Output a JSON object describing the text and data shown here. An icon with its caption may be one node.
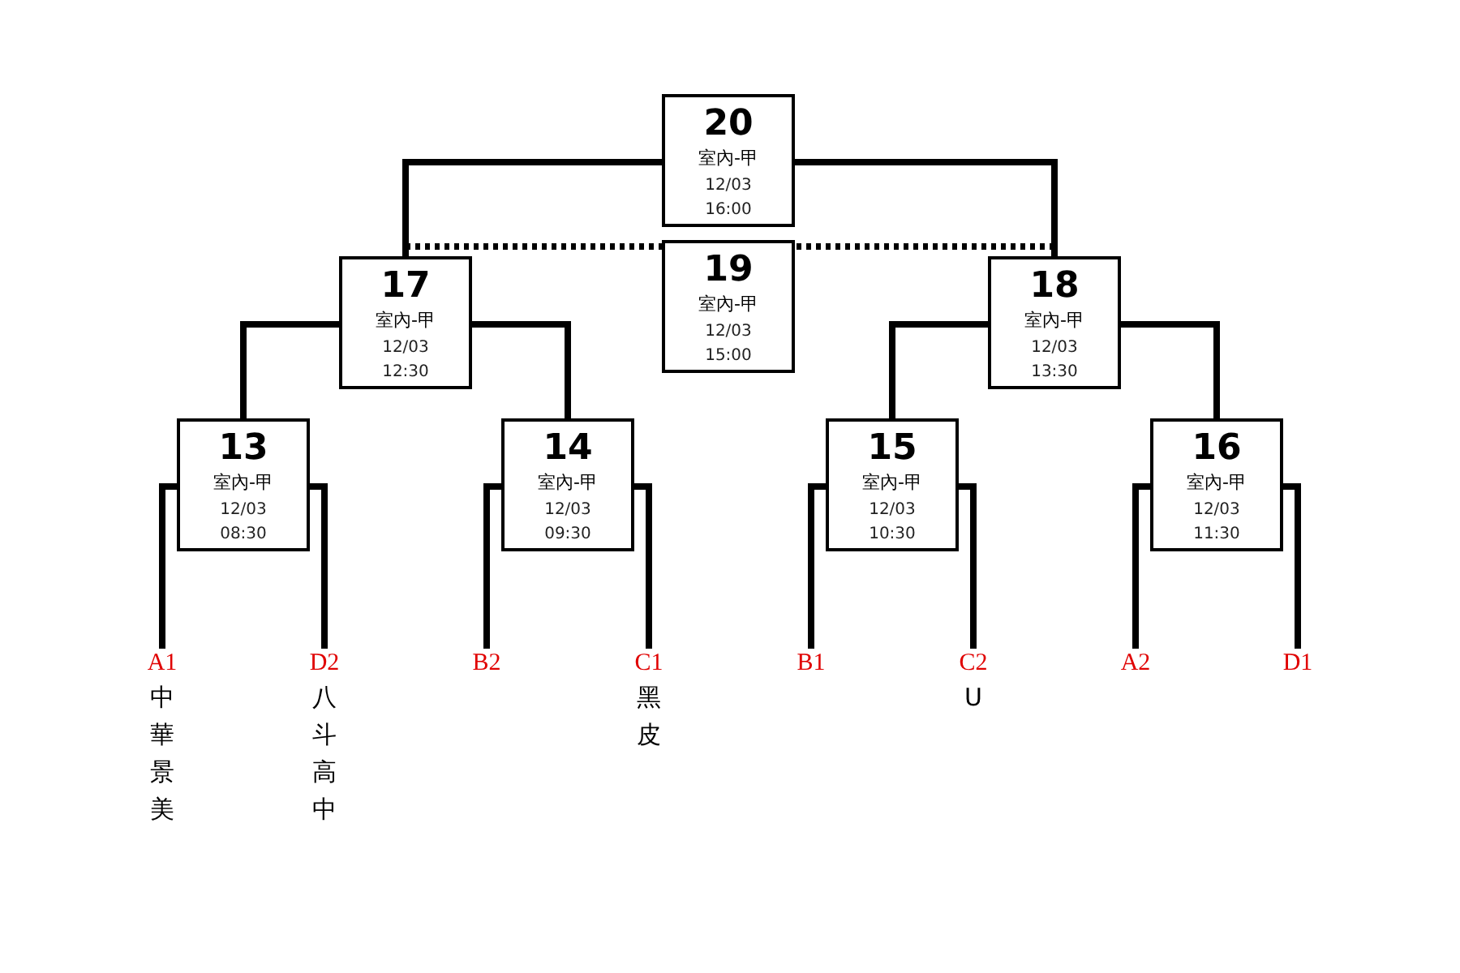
{
  "diagram": {
    "nodes": [
      {
        "text": [
          "20",
          "室內-甲",
          "12/03 16:00"
        ]
      },
      {
        "text": [
          "17",
          "室內-甲",
          "12/03 12:30"
        ]
      },
      {
        "text": [
          "19",
          "室內-甲",
          "12/03 15:00"
        ]
      },
      {
        "text": [
          "18",
          "室內-甲",
          "12/03 13:30"
        ]
      },
      {
        "text": [
          "13",
          "室內-甲",
          "12/03 08:30"
        ]
      },
      {
        "text": [
          "14",
          "室內-甲",
          "12/03 09:30"
        ]
      },
      {
        "text": [
          "15",
          "室內-甲",
          "12/03 10:30"
        ]
      },
      {
        "text": [
          "16",
          "室內-甲",
          "12/03 11:30"
        ]
      },
      {
        "text": [
          "A1",
          "中華景美"
        ]
      },
      {
        "text": [
          "D2",
          "八斗高中"
        ]
      },
      {
        "text": [
          "B2"
        ]
      },
      {
        "text": [
          "C1",
          "黑皮"
        ]
      },
      {
        "text": [
          "B1"
        ]
      },
      {
        "text": [
          "C2",
          "U"
        ]
      },
      {
        "text": [
          "A2"
        ]
      },
      {
        "text": [
          "D1"
        ]
      }
    ],
    "edges": [
      {
        "from": 8,
        "to": 4,
        "arrow": "none"
      },
      {
        "from": 9,
        "to": 4,
        "arrow": "none"
      },
      {
        "from": 10,
        "to": 5,
        "arrow": "none"
      },
      {
        "from": 11,
        "to": 5,
        "arrow": "none"
      },
      {
        "from": 12,
        "to": 6,
        "arrow": "none"
      },
      {
        "from": 13,
        "to": 6,
        "arrow": "none"
      },
      {
        "from": 14,
        "to": 7,
        "arrow": "none"
      },
      {
        "from": 15,
        "to": 7,
        "arrow": "none"
      },
      {
        "from": 4,
        "to": 1,
        "arrow": "none"
      },
      {
        "from": 5,
        "to": 1,
        "arrow": "none"
      },
      {
        "from": 6,
        "to": 3,
        "arrow": "none"
      },
      {
        "from": 7,
        "to": 3,
        "arrow": "none"
      },
      {
        "from": 1,
        "to": 0,
        "arrow": "none"
      },
      {
        "from": 3,
        "to": 0,
        "arrow": "none"
      },
      {
        "from": 1,
        "to": 2,
        "arrow": "none",
        "style": "dashed"
      },
      {
        "from": 3,
        "to": 2,
        "arrow": "none",
        "style": "dashed"
      }
    ]
  }
}
